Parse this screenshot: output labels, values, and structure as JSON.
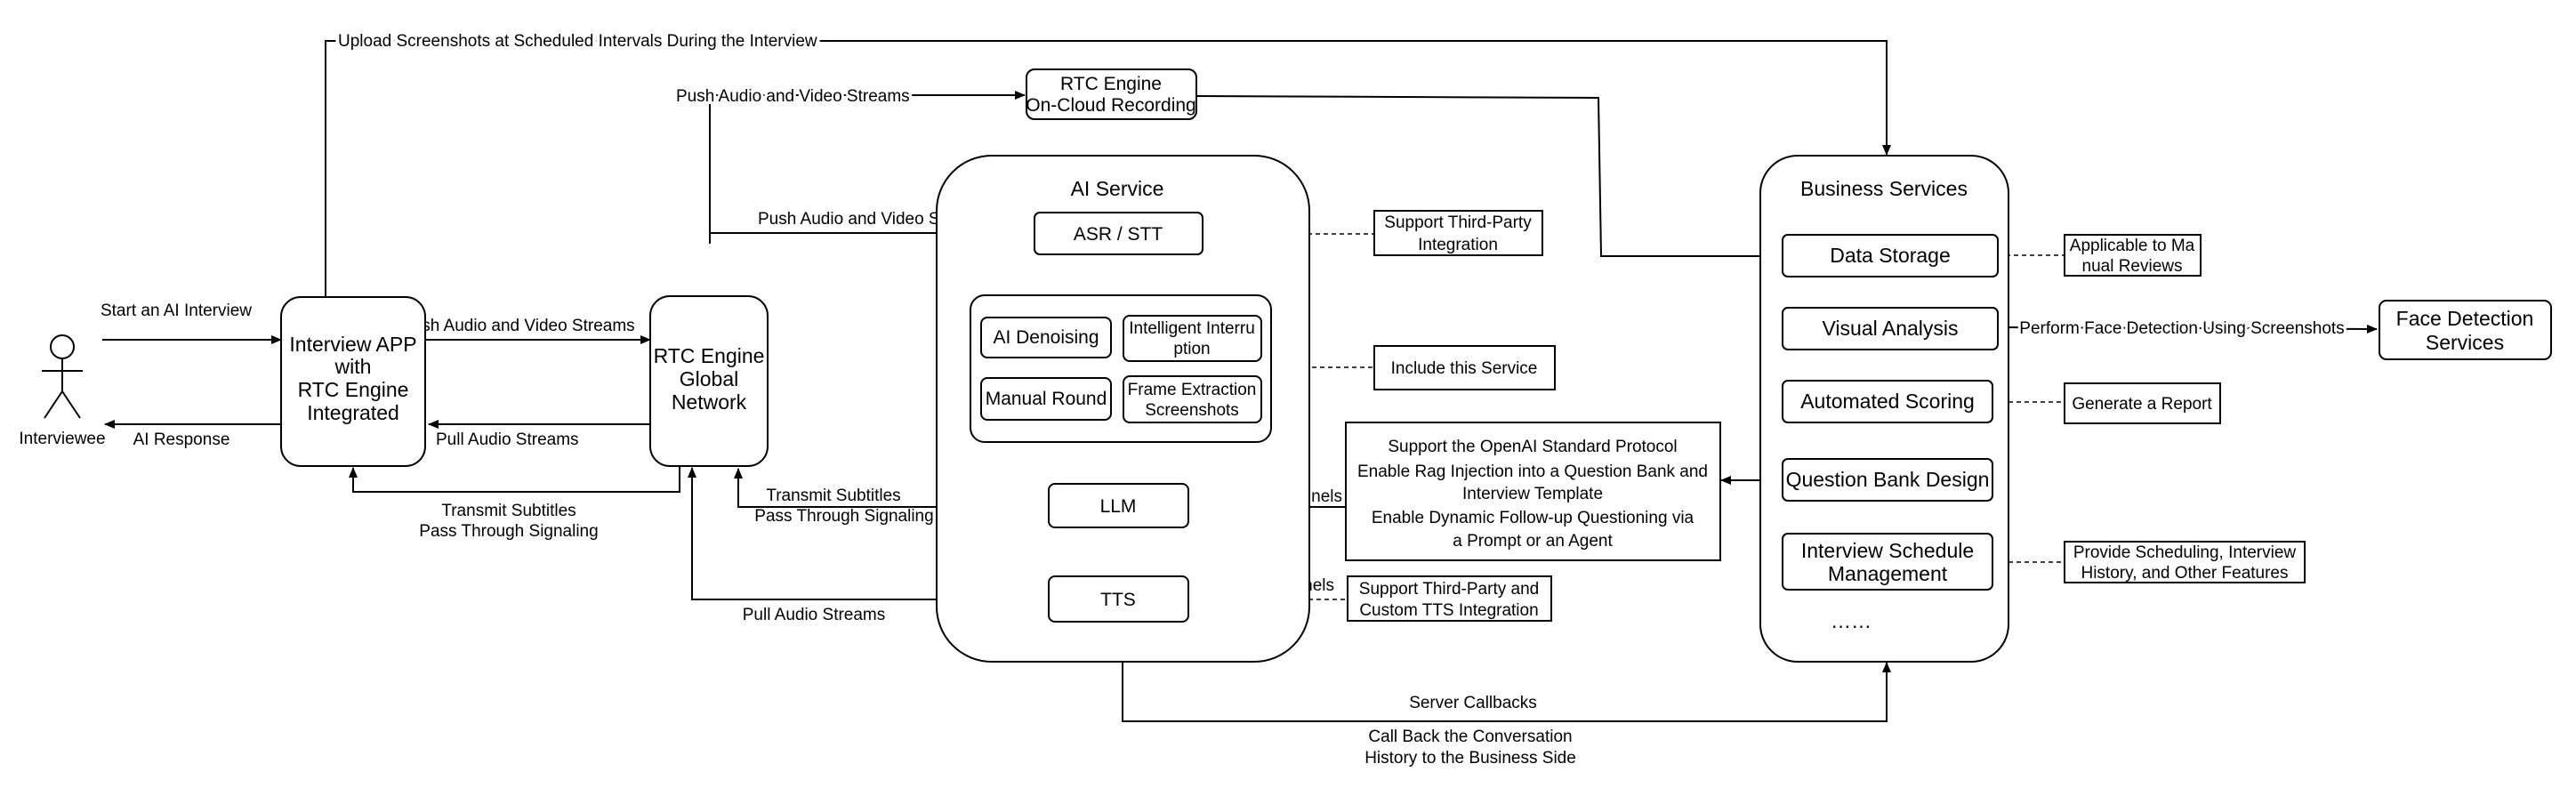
{
  "actor": {
    "label": "Interviewee"
  },
  "nodes": {
    "interview_app": [
      "Interview APP",
      "with",
      "RTC Engine",
      "Integrated"
    ],
    "rtc_network": [
      "RTC Engine",
      "Global",
      "Network"
    ],
    "cloud_recording": [
      "RTC Engine",
      "On-Cloud Recording"
    ],
    "ai_service": "AI Service",
    "asr": "ASR / STT",
    "ai_denoising": "AI Denoising",
    "intelligent_interruption": [
      "Intelligent Interru",
      "ption"
    ],
    "manual_round": "Manual Round",
    "frame_extraction": [
      "Frame Extraction",
      "Screenshots"
    ],
    "llm": "LLM",
    "tts": "TTS",
    "business_services": "Business Services",
    "data_storage": "Data Storage",
    "visual_analysis": "Visual Analysis",
    "automated_scoring": "Automated Scoring",
    "question_bank": "Question Bank Design",
    "schedule_mgmt": [
      "Interview Schedule",
      "Management"
    ],
    "ellipsis": "……",
    "face_detection": [
      "Face Detection",
      "Services"
    ]
  },
  "notes": {
    "asr_note": [
      "Support Third-Party",
      "Integration"
    ],
    "include_service": "Include this Service",
    "openai_protocol": [
      "Support the OpenAI Standard Protocol",
      "Enable Rag Injection into a Question Bank and",
      "Interview Template",
      "Enable Dynamic Follow-up Questioning via",
      "a Prompt or an Agent"
    ],
    "tts_note": [
      "Support Third-Party and",
      "Custom TTS Integration"
    ],
    "manual_reviews": [
      "Applicable to Ma",
      "nual Reviews"
    ],
    "generate_report": "Generate a Report",
    "scheduling_note": [
      "Provide Scheduling, Interview",
      "History, and Other Features"
    ]
  },
  "edge_labels": {
    "start_interview": "Start an AI Interview",
    "ai_response": "AI Response",
    "upload_screenshots": "Upload Screenshots at Scheduled Intervals During the Interview",
    "push_av_top": "Push Audio and Video Streams",
    "push_av_asr": "Push Audio and Video Streams",
    "push_av_app": "Push Audio and Video Streams",
    "pull_audio_app": "Pull Audio Streams",
    "transmit_subtitles_app": [
      "Transmit Subtitles",
      "Pass Through Signaling"
    ],
    "transmit_subtitles_llm": [
      "Transmit Subtitles",
      "Pass Through Signaling"
    ],
    "pull_audio_tts": "Pull Audio Streams",
    "provide_channels_llm": "Provide Channels",
    "provide_channels_tts": "Provide Channels",
    "face_detection_edge": "Perform Face Detection Using Screenshots",
    "server_callbacks": "Server Callbacks",
    "call_back": [
      "Call Back the Conversation",
      "History to the Business Side"
    ]
  }
}
